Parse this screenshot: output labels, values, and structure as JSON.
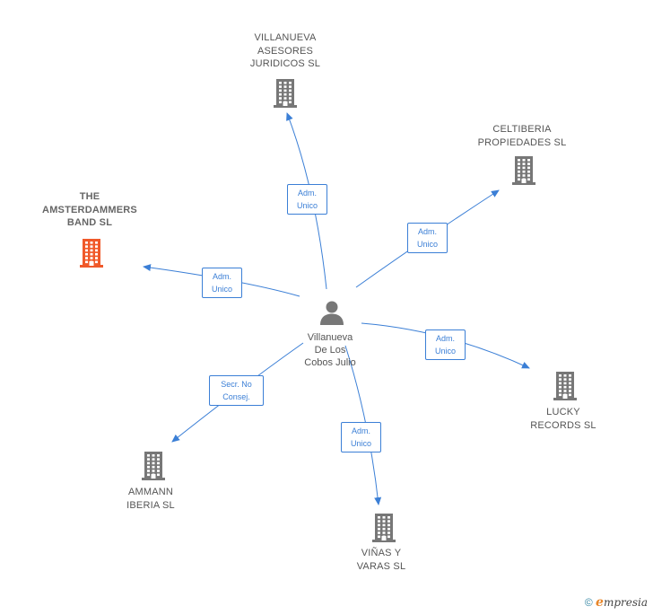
{
  "center": {
    "name": "Villanueva\nDe Los\nCobos Julio"
  },
  "companies": [
    {
      "id": "villanueva-asesores",
      "name": "VILLANUEVA\nASESORES\nJURIDICOS  SL",
      "color": "#777777",
      "focus": false
    },
    {
      "id": "celtiberia",
      "name": "CELTIBERIA\nPROPIEDADES SL",
      "color": "#777777",
      "focus": false
    },
    {
      "id": "amsterdammers",
      "name": "THE\nAMSTERDAMMERS\nBAND  SL",
      "color": "#f0592a",
      "focus": true
    },
    {
      "id": "lucky-records",
      "name": "LUCKY\nRECORDS  SL",
      "color": "#777777",
      "focus": false
    },
    {
      "id": "ammann",
      "name": "AMMANN\nIBERIA SL",
      "color": "#777777",
      "focus": false
    },
    {
      "id": "vinas",
      "name": "VIÑAS Y\nVARAS SL",
      "color": "#777777",
      "focus": false
    }
  ],
  "edges": [
    {
      "to": "villanueva-asesores",
      "label": "Adm.\nUnico"
    },
    {
      "to": "celtiberia",
      "label": "Adm.\nUnico"
    },
    {
      "to": "amsterdammers",
      "label": "Adm.\nUnico"
    },
    {
      "to": "lucky-records",
      "label": "Adm.\nUnico"
    },
    {
      "to": "ammann",
      "label": "Secr.  No\nConsej."
    },
    {
      "to": "vinas",
      "label": "Adm.\nUnico"
    }
  ],
  "colors": {
    "edge": "#3b7fd6",
    "icon_default": "#777777",
    "icon_focus": "#f0592a",
    "person": "#777777"
  },
  "icons": {
    "company": "building-icon",
    "person": "person-icon"
  },
  "footer": {
    "copyright_symbol": "©",
    "brand_initial": "e",
    "brand_rest": "mpresia"
  }
}
